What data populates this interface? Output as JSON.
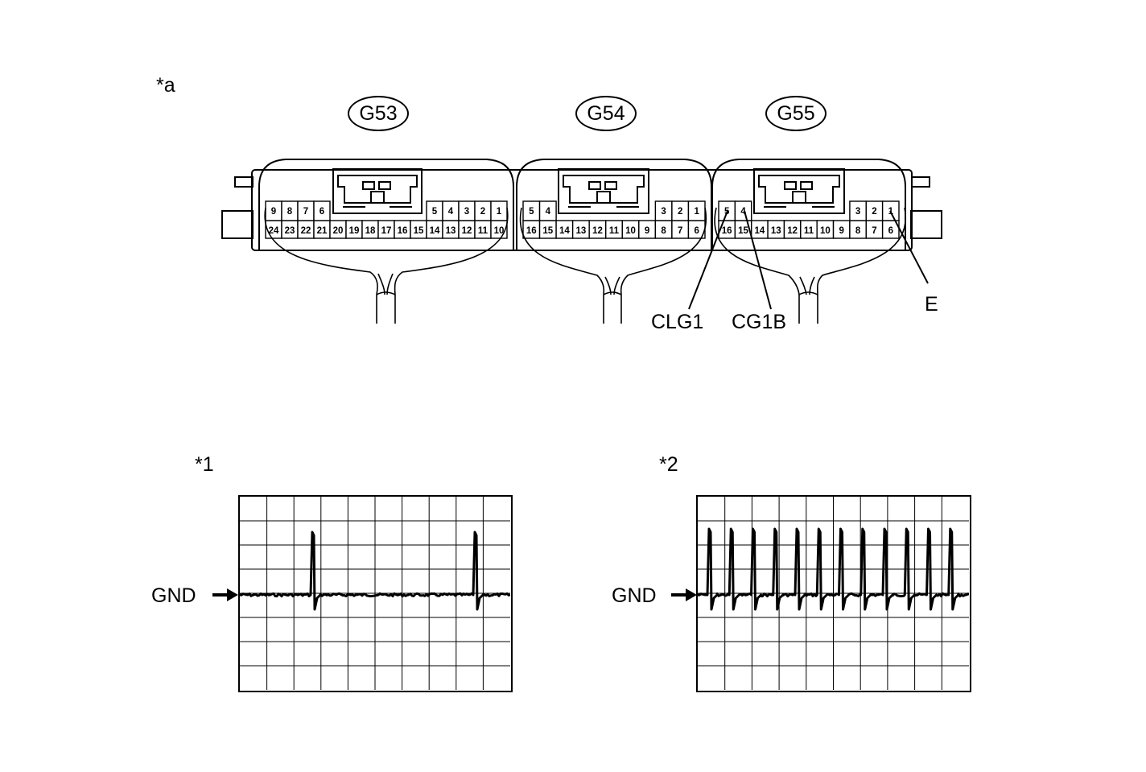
{
  "diagram": {
    "view_label": "*a",
    "connectors": [
      {
        "id": "G53",
        "top_row": [
          "9",
          "8",
          "7",
          "6",
          "",
          "",
          "",
          "",
          "",
          "",
          "5",
          "4",
          "3",
          "2",
          "1"
        ],
        "bottom_row": [
          "24",
          "23",
          "22",
          "21",
          "20",
          "19",
          "18",
          "17",
          "16",
          "15",
          "14",
          "13",
          "12",
          "11",
          "10"
        ]
      },
      {
        "id": "G54",
        "top_row": [
          "5",
          "4",
          "",
          "",
          "",
          "",
          "",
          "",
          "3",
          "2",
          "1"
        ],
        "bottom_row": [
          "16",
          "15",
          "14",
          "13",
          "12",
          "11",
          "10",
          "9",
          "8",
          "7",
          "6"
        ]
      },
      {
        "id": "G55",
        "top_row": [
          "5",
          "4",
          "",
          "",
          "",
          "",
          "",
          "",
          "3",
          "2",
          "1"
        ],
        "bottom_row": [
          "16",
          "15",
          "14",
          "13",
          "12",
          "11",
          "10",
          "9",
          "8",
          "7",
          "6"
        ]
      }
    ],
    "terminal_labels": {
      "clg1": "CLG1",
      "cg1b": "CG1B",
      "e": "E"
    }
  },
  "scopes": [
    {
      "marker": "*1",
      "gnd_label": "GND",
      "pulse_count": 2
    },
    {
      "marker": "*2",
      "gnd_label": "GND",
      "pulse_count": 12
    }
  ]
}
